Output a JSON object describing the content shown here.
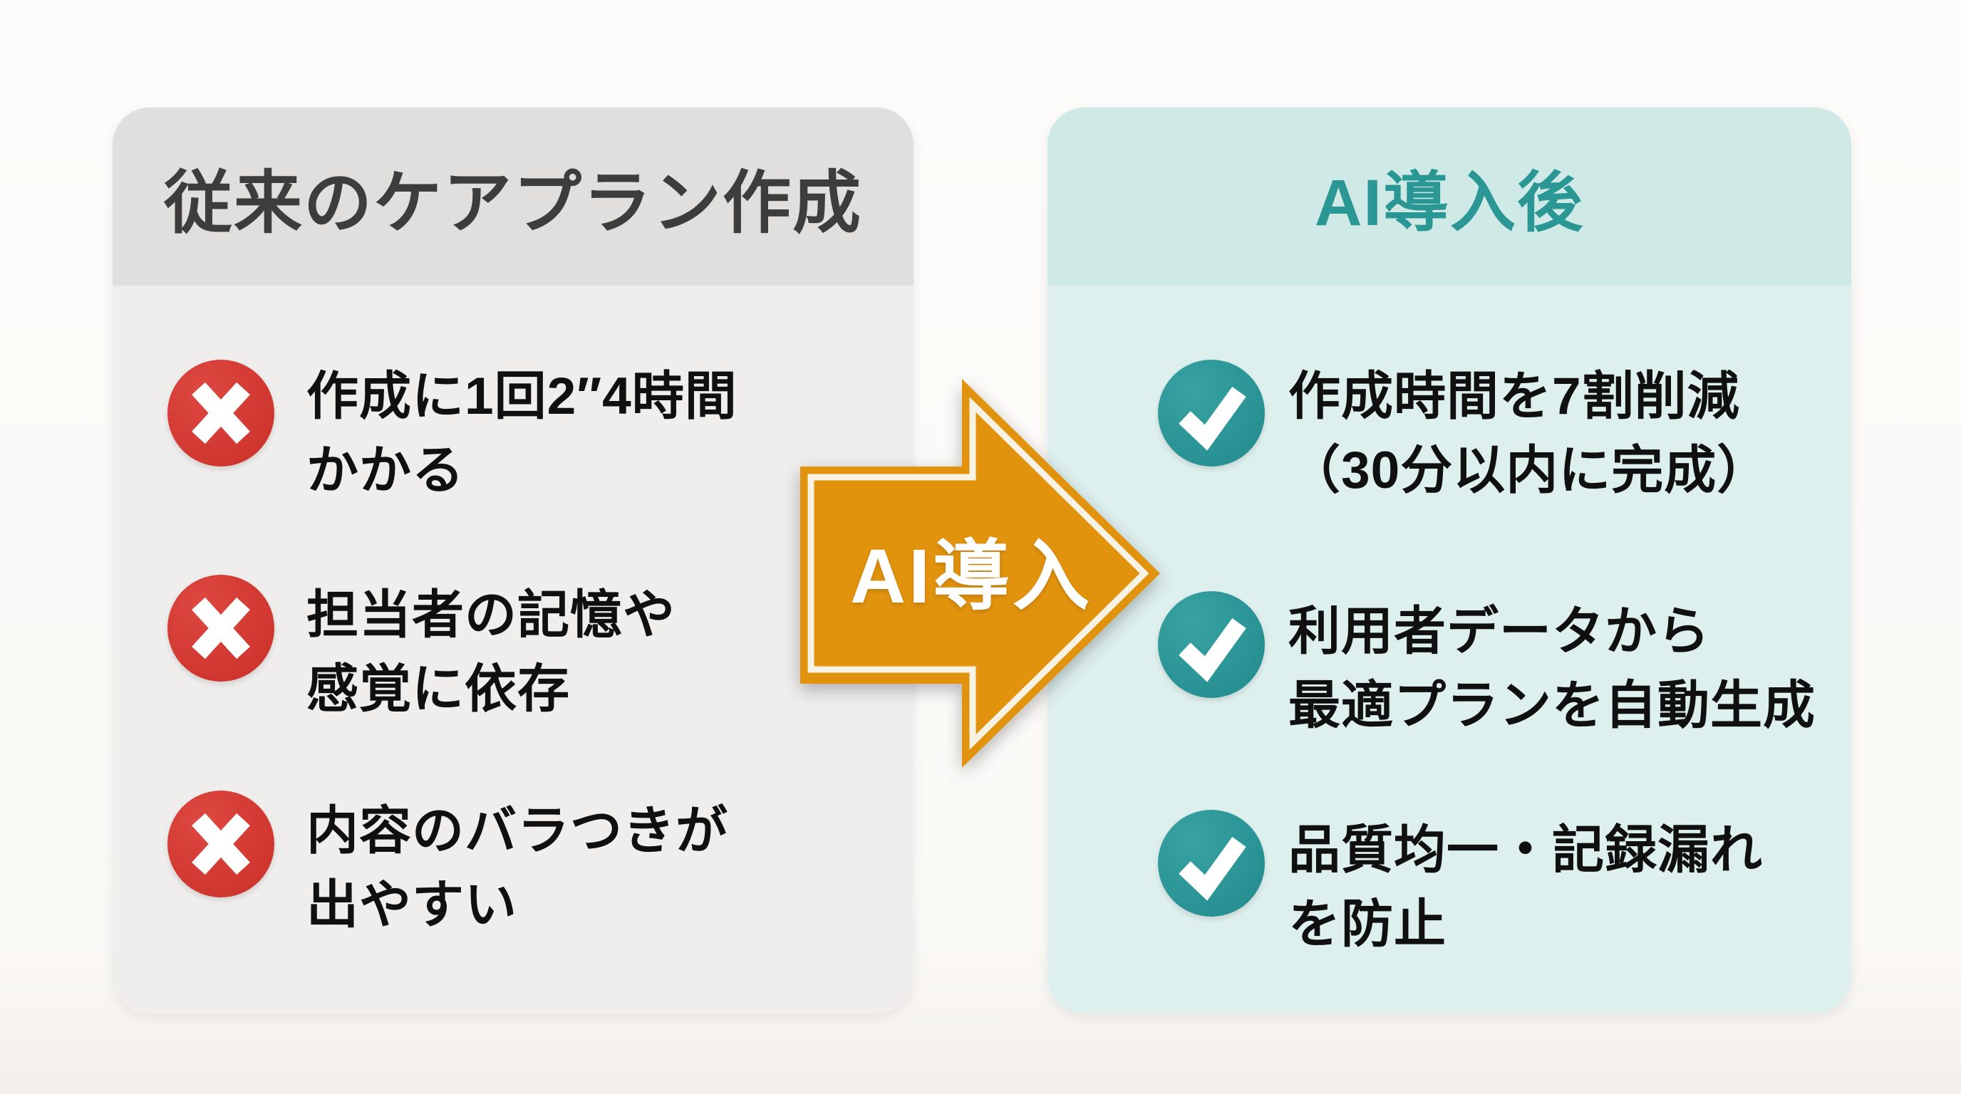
{
  "page": {
    "background": "#fbfaf7"
  },
  "before_panel": {
    "title": "従来のケアプラン作成",
    "title_color": "#3d3d3d",
    "header_bg": "#e0dfdd",
    "body_bg": "#efeeec",
    "icon": "x-icon",
    "icon_color": "#d23a33",
    "items": [
      {
        "line1": "作成に1回2″4時間",
        "line2": "かかる"
      },
      {
        "line1": "担当者の記憶や",
        "line2": "感覚に依存"
      },
      {
        "line1": "内容のバラつきが",
        "line2": "出やすい"
      }
    ]
  },
  "arrow": {
    "label": "AI導入",
    "icon": "arrow-right",
    "fill": "#e2930e",
    "outline": "#f7f2e4",
    "label_color": "#ffffff"
  },
  "after_panel": {
    "title": "AI導入後",
    "title_color": "#2b9795",
    "header_bg": "#cfe9e7",
    "body_bg": "#def0ee",
    "icon": "check-icon",
    "icon_color": "#2b9597",
    "items": [
      {
        "line1": "作成時間を7割削減",
        "line2": "（30分以内に完成）"
      },
      {
        "line1": "利用者データから",
        "line2": "最適プランを自動生成"
      },
      {
        "line1": "品質均一・記録漏れ",
        "line2": "を防止"
      }
    ]
  }
}
